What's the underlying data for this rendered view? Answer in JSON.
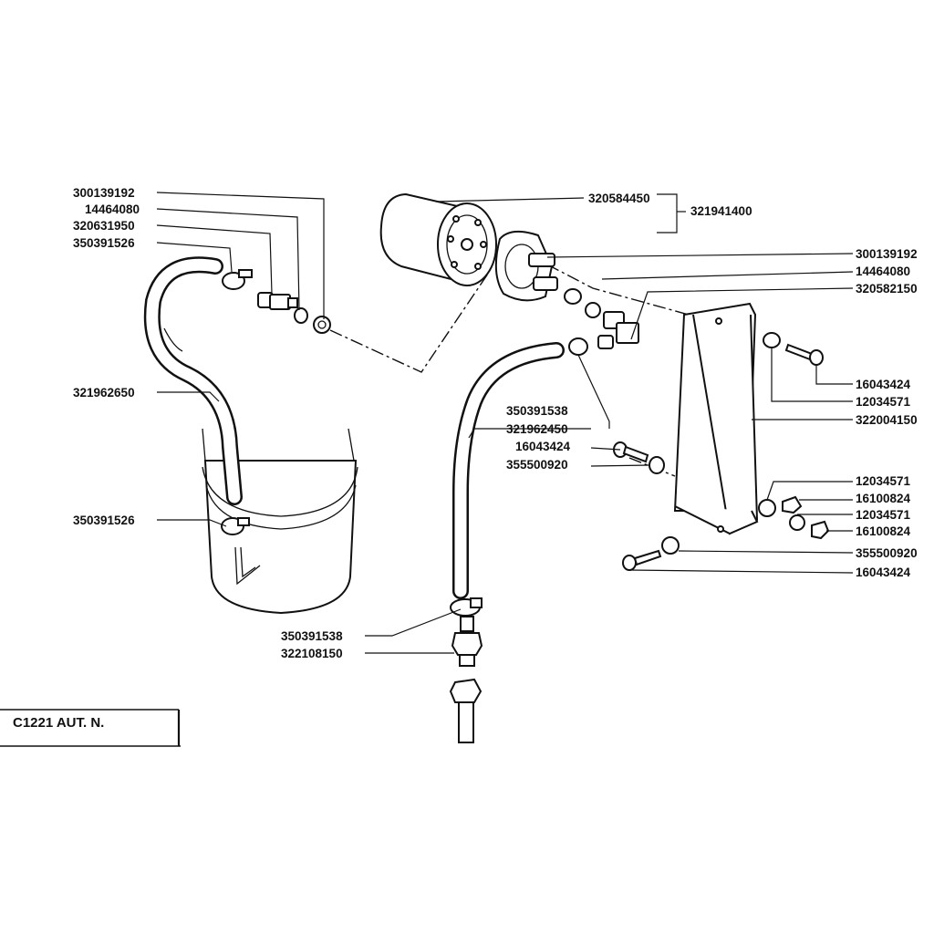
{
  "labels": {
    "l_300139192_a": "300139192",
    "l_14464080_a": "14464080",
    "l_320631950": "320631950",
    "l_350391526_a": "350391526",
    "l_321962650": "321962650",
    "l_350391526_b": "350391526",
    "l_320584450": "320584450",
    "l_321941400": "321941400",
    "l_300139192_b": "300139192",
    "l_14464080_b": "14464080",
    "l_320582150": "320582150",
    "l_16043424_a": "16043424",
    "l_12034571_a": "12034571",
    "l_322004150": "322004150",
    "l_350391538_a": "350391538",
    "l_321962450": "321962450",
    "l_16043424_b": "16043424",
    "l_355500920_a": "355500920",
    "l_12034571_b": "12034571",
    "l_16100824_a": "16100824",
    "l_12034571_c": "12034571",
    "l_16100824_b": "16100824",
    "l_355500920_b": "355500920",
    "l_16043424_c": "16043424",
    "l_350391538_b": "350391538",
    "l_322108150": "322108150"
  },
  "title_box": {
    "text": "C1221  AUT. N."
  }
}
